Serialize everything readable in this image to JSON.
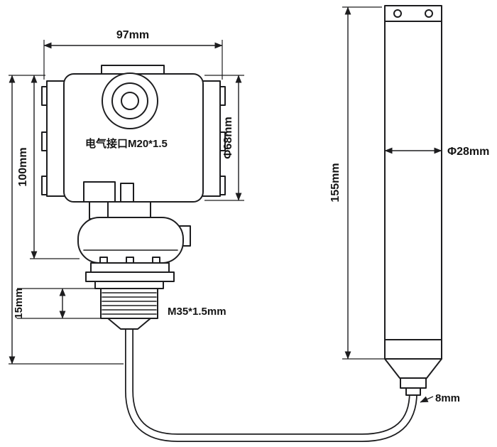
{
  "diagram": {
    "colors": {
      "line": "#1d1d1f",
      "text": "#141414",
      "background": "#ffffff"
    },
    "labels": {
      "head_width": "97mm",
      "head_height": "100mm",
      "head_diameter": "Φ68mm",
      "electrical_port": "电气接口M20*1.5",
      "thread_length": "15mm",
      "thread_spec": "M35*1.5mm",
      "probe_length": "155mm",
      "probe_diameter": "Φ28mm",
      "cable_diameter": "8mm"
    }
  }
}
